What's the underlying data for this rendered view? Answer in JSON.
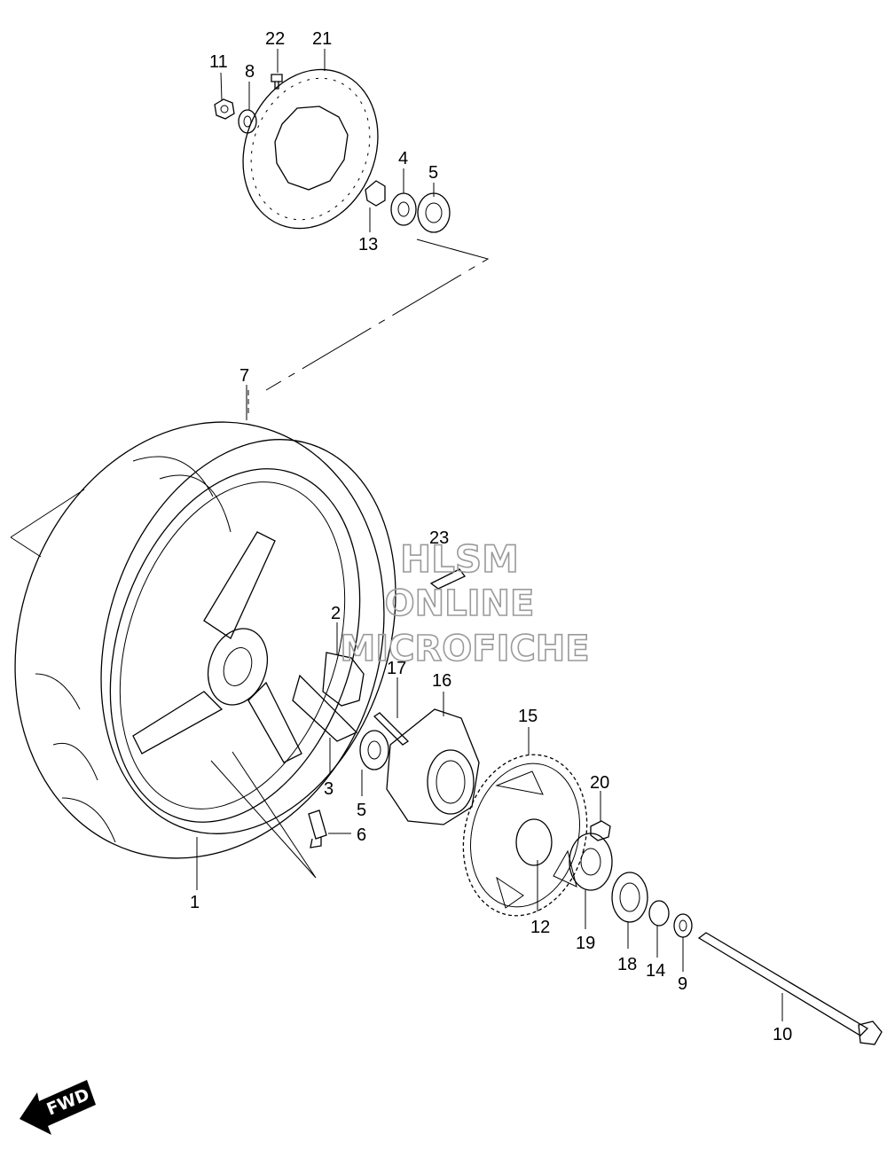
{
  "parts": [
    {
      "id": "p1",
      "label": "1"
    },
    {
      "id": "p2",
      "label": "2"
    },
    {
      "id": "p3",
      "label": "3"
    },
    {
      "id": "p4",
      "label": "4"
    },
    {
      "id": "p5a",
      "label": "5"
    },
    {
      "id": "p5b",
      "label": "5"
    },
    {
      "id": "p6",
      "label": "6"
    },
    {
      "id": "p7",
      "label": "7"
    },
    {
      "id": "p8",
      "label": "8"
    },
    {
      "id": "p9",
      "label": "9"
    },
    {
      "id": "p10",
      "label": "10"
    },
    {
      "id": "p11",
      "label": "11"
    },
    {
      "id": "p12",
      "label": "12"
    },
    {
      "id": "p13",
      "label": "13"
    },
    {
      "id": "p14",
      "label": "14"
    },
    {
      "id": "p15",
      "label": "15"
    },
    {
      "id": "p16",
      "label": "16"
    },
    {
      "id": "p17",
      "label": "17"
    },
    {
      "id": "p18",
      "label": "18"
    },
    {
      "id": "p19",
      "label": "19"
    },
    {
      "id": "p20",
      "label": "20"
    },
    {
      "id": "p21",
      "label": "21"
    },
    {
      "id": "p22",
      "label": "22"
    },
    {
      "id": "p23",
      "label": "23"
    }
  ],
  "watermark": {
    "line1": "HLSM",
    "line2": "ONLINE",
    "line3": "MICROFICHE"
  },
  "fwd_label": "FWD",
  "colors": {
    "line": "#000000",
    "watermark": "#9a9a9a",
    "background": "#ffffff"
  }
}
